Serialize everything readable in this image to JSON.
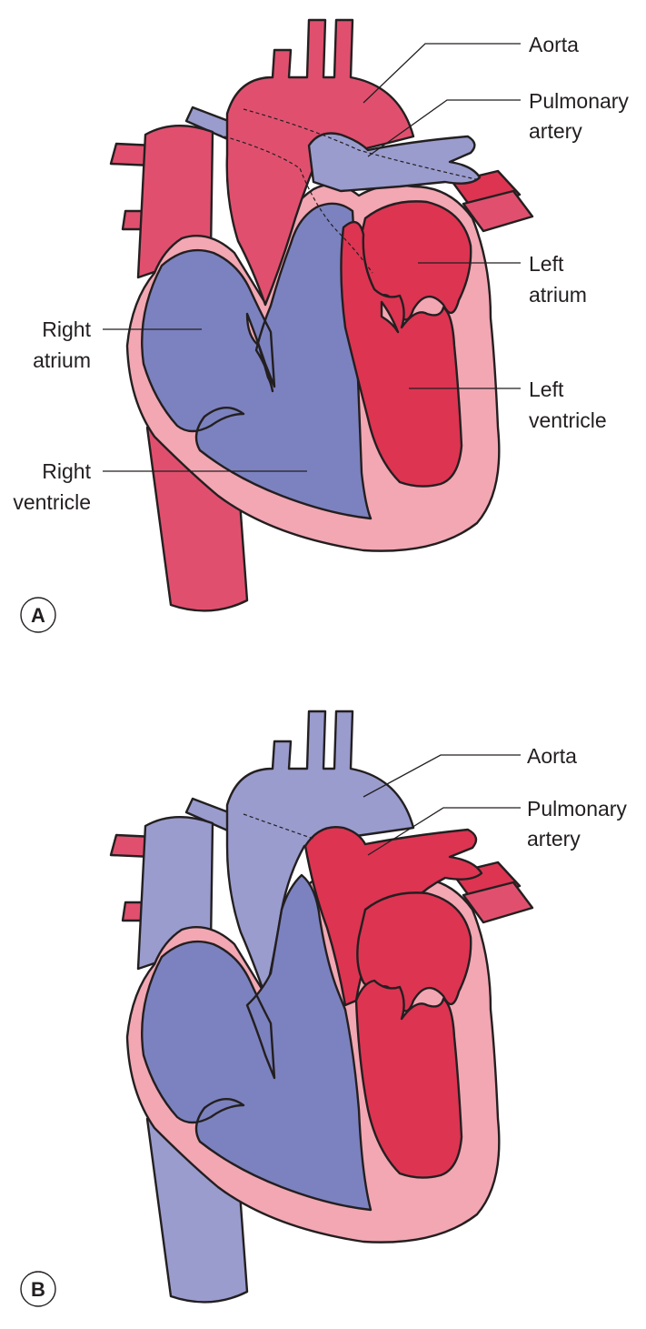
{
  "colors": {
    "oxygenated": "#e0506e",
    "oxygenated_dark": "#dd3452",
    "deoxygenated": "#7c82bf",
    "deoxygenated_light": "#9a9cce",
    "wall": "#f2a7b3",
    "outline": "#231f20"
  },
  "panels": [
    {
      "letter": "A",
      "labels": {
        "aorta": "Aorta",
        "pulmonary_artery_line1": "Pulmonary",
        "pulmonary_artery_line2": "artery",
        "left_atrium_line1": "Left",
        "left_atrium_line2": "atrium",
        "left_ventricle_line1": "Left",
        "left_ventricle_line2": "ventricle",
        "right_atrium_line1": "Right",
        "right_atrium_line2": "atrium",
        "right_ventricle_line1": "Right",
        "right_ventricle_line2": "ventricle"
      }
    },
    {
      "letter": "B",
      "labels": {
        "aorta": "Aorta",
        "pulmonary_artery_line1": "Pulmonary",
        "pulmonary_artery_line2": "artery"
      }
    }
  ]
}
